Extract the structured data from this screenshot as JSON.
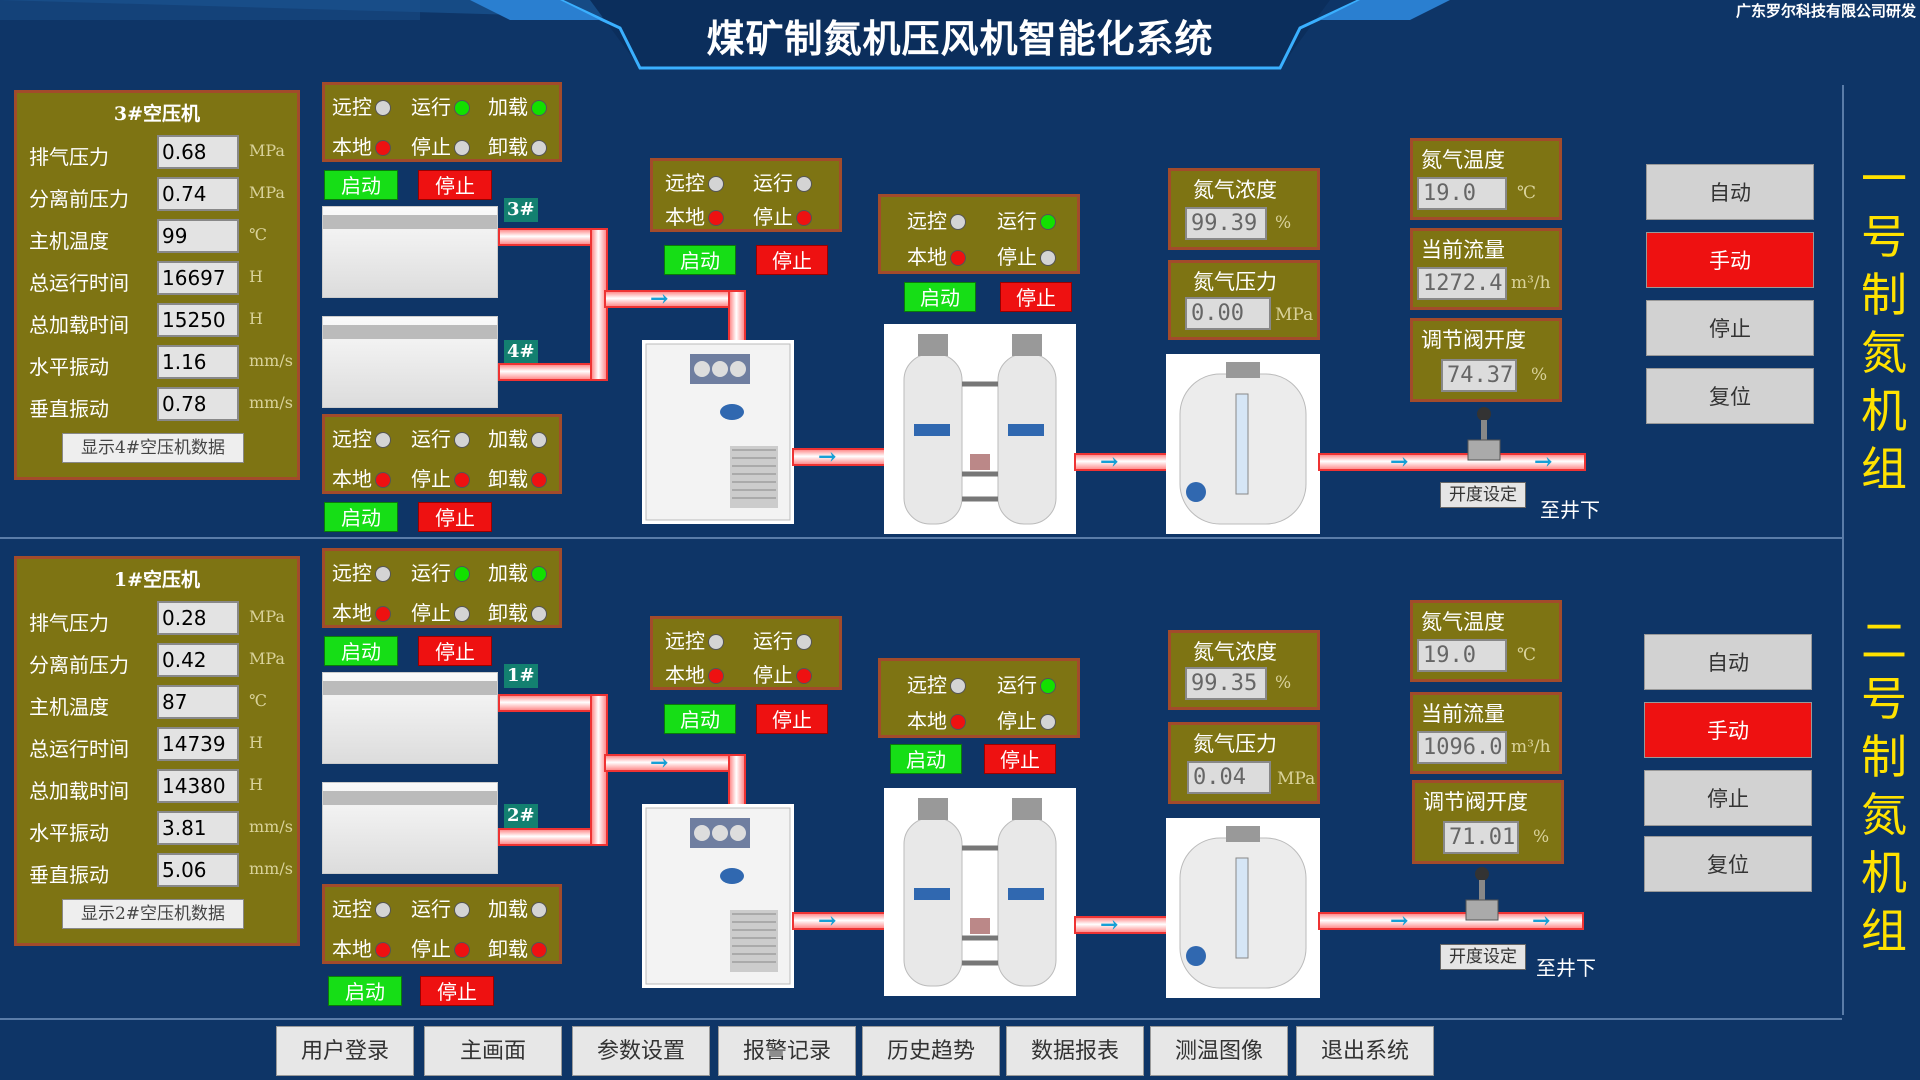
{
  "header": {
    "title": "煤矿制氮机压风机智能化系统",
    "company": "广东罗尔科技有限公司研发"
  },
  "colors": {
    "background": "#0e3567",
    "panel": "#7e7413",
    "panel_border": "#a24b2b",
    "start_green": "#16de16",
    "stop_red": "#ee1111",
    "unit_title_yellow": "#ffe200"
  },
  "compressor_panels": [
    {
      "title": "3#空压机",
      "rows": [
        {
          "label": "排气压力",
          "value": "0.68",
          "unit": "MPa"
        },
        {
          "label": "分离前压力",
          "value": "0.74",
          "unit": "MPa"
        },
        {
          "label": "主机温度",
          "value": "99",
          "unit": "℃"
        },
        {
          "label": "总运行时间",
          "value": "16697",
          "unit": "H"
        },
        {
          "label": "总加载时间",
          "value": "15250",
          "unit": "H"
        },
        {
          "label": "水平振动",
          "value": "1.16",
          "unit": "mm/s"
        },
        {
          "label": "垂直振动",
          "value": "0.78",
          "unit": "mm/s"
        }
      ],
      "toggle_label": "显示4#空压机数据"
    },
    {
      "title": "1#空压机",
      "rows": [
        {
          "label": "排气压力",
          "value": "0.28",
          "unit": "MPa"
        },
        {
          "label": "分离前压力",
          "value": "0.42",
          "unit": "MPa"
        },
        {
          "label": "主机温度",
          "value": "87",
          "unit": "℃"
        },
        {
          "label": "总运行时间",
          "value": "14739",
          "unit": "H"
        },
        {
          "label": "总加载时间",
          "value": "14380",
          "unit": "H"
        },
        {
          "label": "水平振动",
          "value": "3.81",
          "unit": "mm/s"
        },
        {
          "label": "垂直振动",
          "value": "5.06",
          "unit": "mm/s"
        }
      ],
      "toggle_label": "显示2#空压机数据"
    }
  ],
  "status_labels": {
    "remote": "远控",
    "run": "运行",
    "load": "加载",
    "local": "本地",
    "stop": "停止",
    "unload": "卸载"
  },
  "buttons": {
    "start": "启动",
    "stop": "停止"
  },
  "compressor_tags": [
    "3#",
    "4#",
    "1#",
    "2#"
  ],
  "units": [
    {
      "title": "一号制氮机组",
      "n2_concentration": {
        "label": "氮气浓度",
        "value": "99.39",
        "unit": "%"
      },
      "n2_pressure": {
        "label": "氮气压力",
        "value": "0.00",
        "unit": "MPa"
      },
      "n2_temperature": {
        "label": "氮气温度",
        "value": "19.0",
        "unit": "℃"
      },
      "flow": {
        "label": "当前流量",
        "value": "1272.4",
        "unit": "m³/h"
      },
      "valve_opening": {
        "label": "调节阀开度",
        "value": "74.37",
        "unit": "%"
      }
    },
    {
      "title": "二号制氮机组",
      "n2_concentration": {
        "label": "氮气浓度",
        "value": "99.35",
        "unit": "%"
      },
      "n2_pressure": {
        "label": "氮气压力",
        "value": "0.04",
        "unit": "MPa"
      },
      "n2_temperature": {
        "label": "氮气温度",
        "value": "19.0",
        "unit": "℃"
      },
      "flow": {
        "label": "当前流量",
        "value": "1096.0",
        "unit": "m³/h"
      },
      "valve_opening": {
        "label": "调节阀开度",
        "value": "71.01",
        "unit": "%"
      }
    }
  ],
  "mode_buttons": {
    "auto": "自动",
    "manual": "手动",
    "stop": "停止",
    "reset": "复位"
  },
  "valve_set_label": "开度设定",
  "destination": "至井下",
  "footer": [
    "用户登录",
    "主画面",
    "参数设置",
    "报警记录",
    "历史趋势",
    "数据报表",
    "测温图像",
    "退出系统"
  ]
}
